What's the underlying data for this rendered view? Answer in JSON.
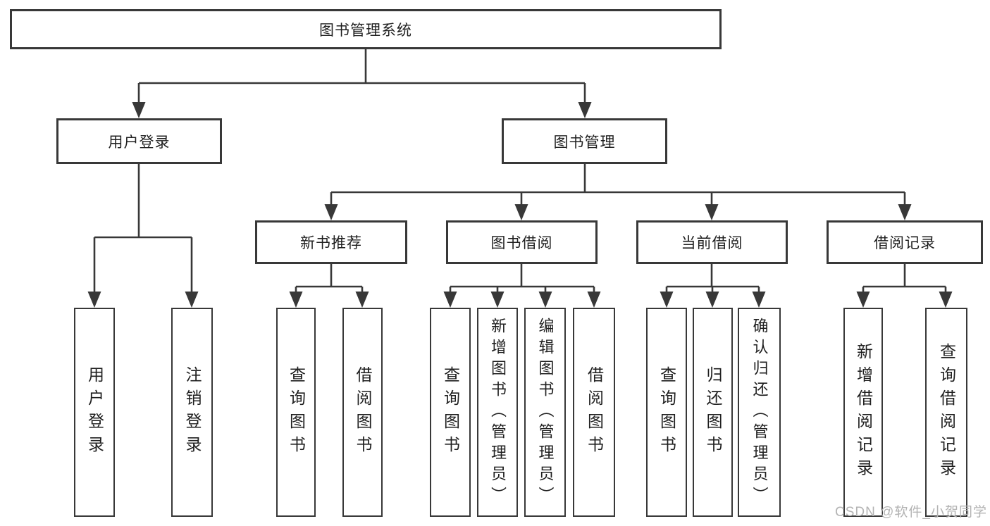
{
  "diagram": {
    "type": "hierarchy-tree",
    "title": "图书管理系统",
    "nodes": {
      "root": {
        "label": "图书管理系统"
      },
      "user_login": {
        "label": "用户登录"
      },
      "book_mgmt": {
        "label": "图书管理"
      },
      "new_book_rec": {
        "label": "新书推荐"
      },
      "book_borrow": {
        "label": "图书借阅"
      },
      "current_borrow": {
        "label": "当前借阅"
      },
      "borrow_records": {
        "label": "借阅记录"
      },
      "v_user_login": {
        "label": "用户登录"
      },
      "v_logout": {
        "label": "注销登录"
      },
      "v_query_books_1": {
        "label": "查询图书"
      },
      "v_borrow_books_1": {
        "label": "借阅图书"
      },
      "v_query_books_2": {
        "label": "查询图书"
      },
      "v_add_book": {
        "label": "新增图书（管理员）"
      },
      "v_edit_book": {
        "label": "编辑图书（管理员）"
      },
      "v_borrow_books_2": {
        "label": "借阅图书"
      },
      "v_query_books_3": {
        "label": "查询图书"
      },
      "v_return_book": {
        "label": "归还图书"
      },
      "v_confirm_return": {
        "label": "确认归还（管理员）"
      },
      "v_add_borrow_record": {
        "label": "新增借阅记录"
      },
      "v_query_borrow_record": {
        "label": "查询借阅记录"
      }
    },
    "edges": [
      [
        "root",
        "user_login"
      ],
      [
        "root",
        "book_mgmt"
      ],
      [
        "user_login",
        "v_user_login"
      ],
      [
        "user_login",
        "v_logout"
      ],
      [
        "book_mgmt",
        "new_book_rec"
      ],
      [
        "book_mgmt",
        "book_borrow"
      ],
      [
        "book_mgmt",
        "current_borrow"
      ],
      [
        "book_mgmt",
        "borrow_records"
      ],
      [
        "new_book_rec",
        "v_query_books_1"
      ],
      [
        "new_book_rec",
        "v_borrow_books_1"
      ],
      [
        "book_borrow",
        "v_query_books_2"
      ],
      [
        "book_borrow",
        "v_add_book"
      ],
      [
        "book_borrow",
        "v_edit_book"
      ],
      [
        "book_borrow",
        "v_borrow_books_2"
      ],
      [
        "current_borrow",
        "v_query_books_3"
      ],
      [
        "current_borrow",
        "v_return_book"
      ],
      [
        "current_borrow",
        "v_confirm_return"
      ],
      [
        "borrow_records",
        "v_add_borrow_record"
      ],
      [
        "borrow_records",
        "v_query_borrow_record"
      ]
    ]
  },
  "watermark": {
    "text": "CSDN @软件_小贺同学"
  },
  "colors": {
    "line": "#383838",
    "box_border": "#383838",
    "text": "#1f1f1f",
    "background": "#ffffff",
    "watermark": "#b3b3b3"
  }
}
